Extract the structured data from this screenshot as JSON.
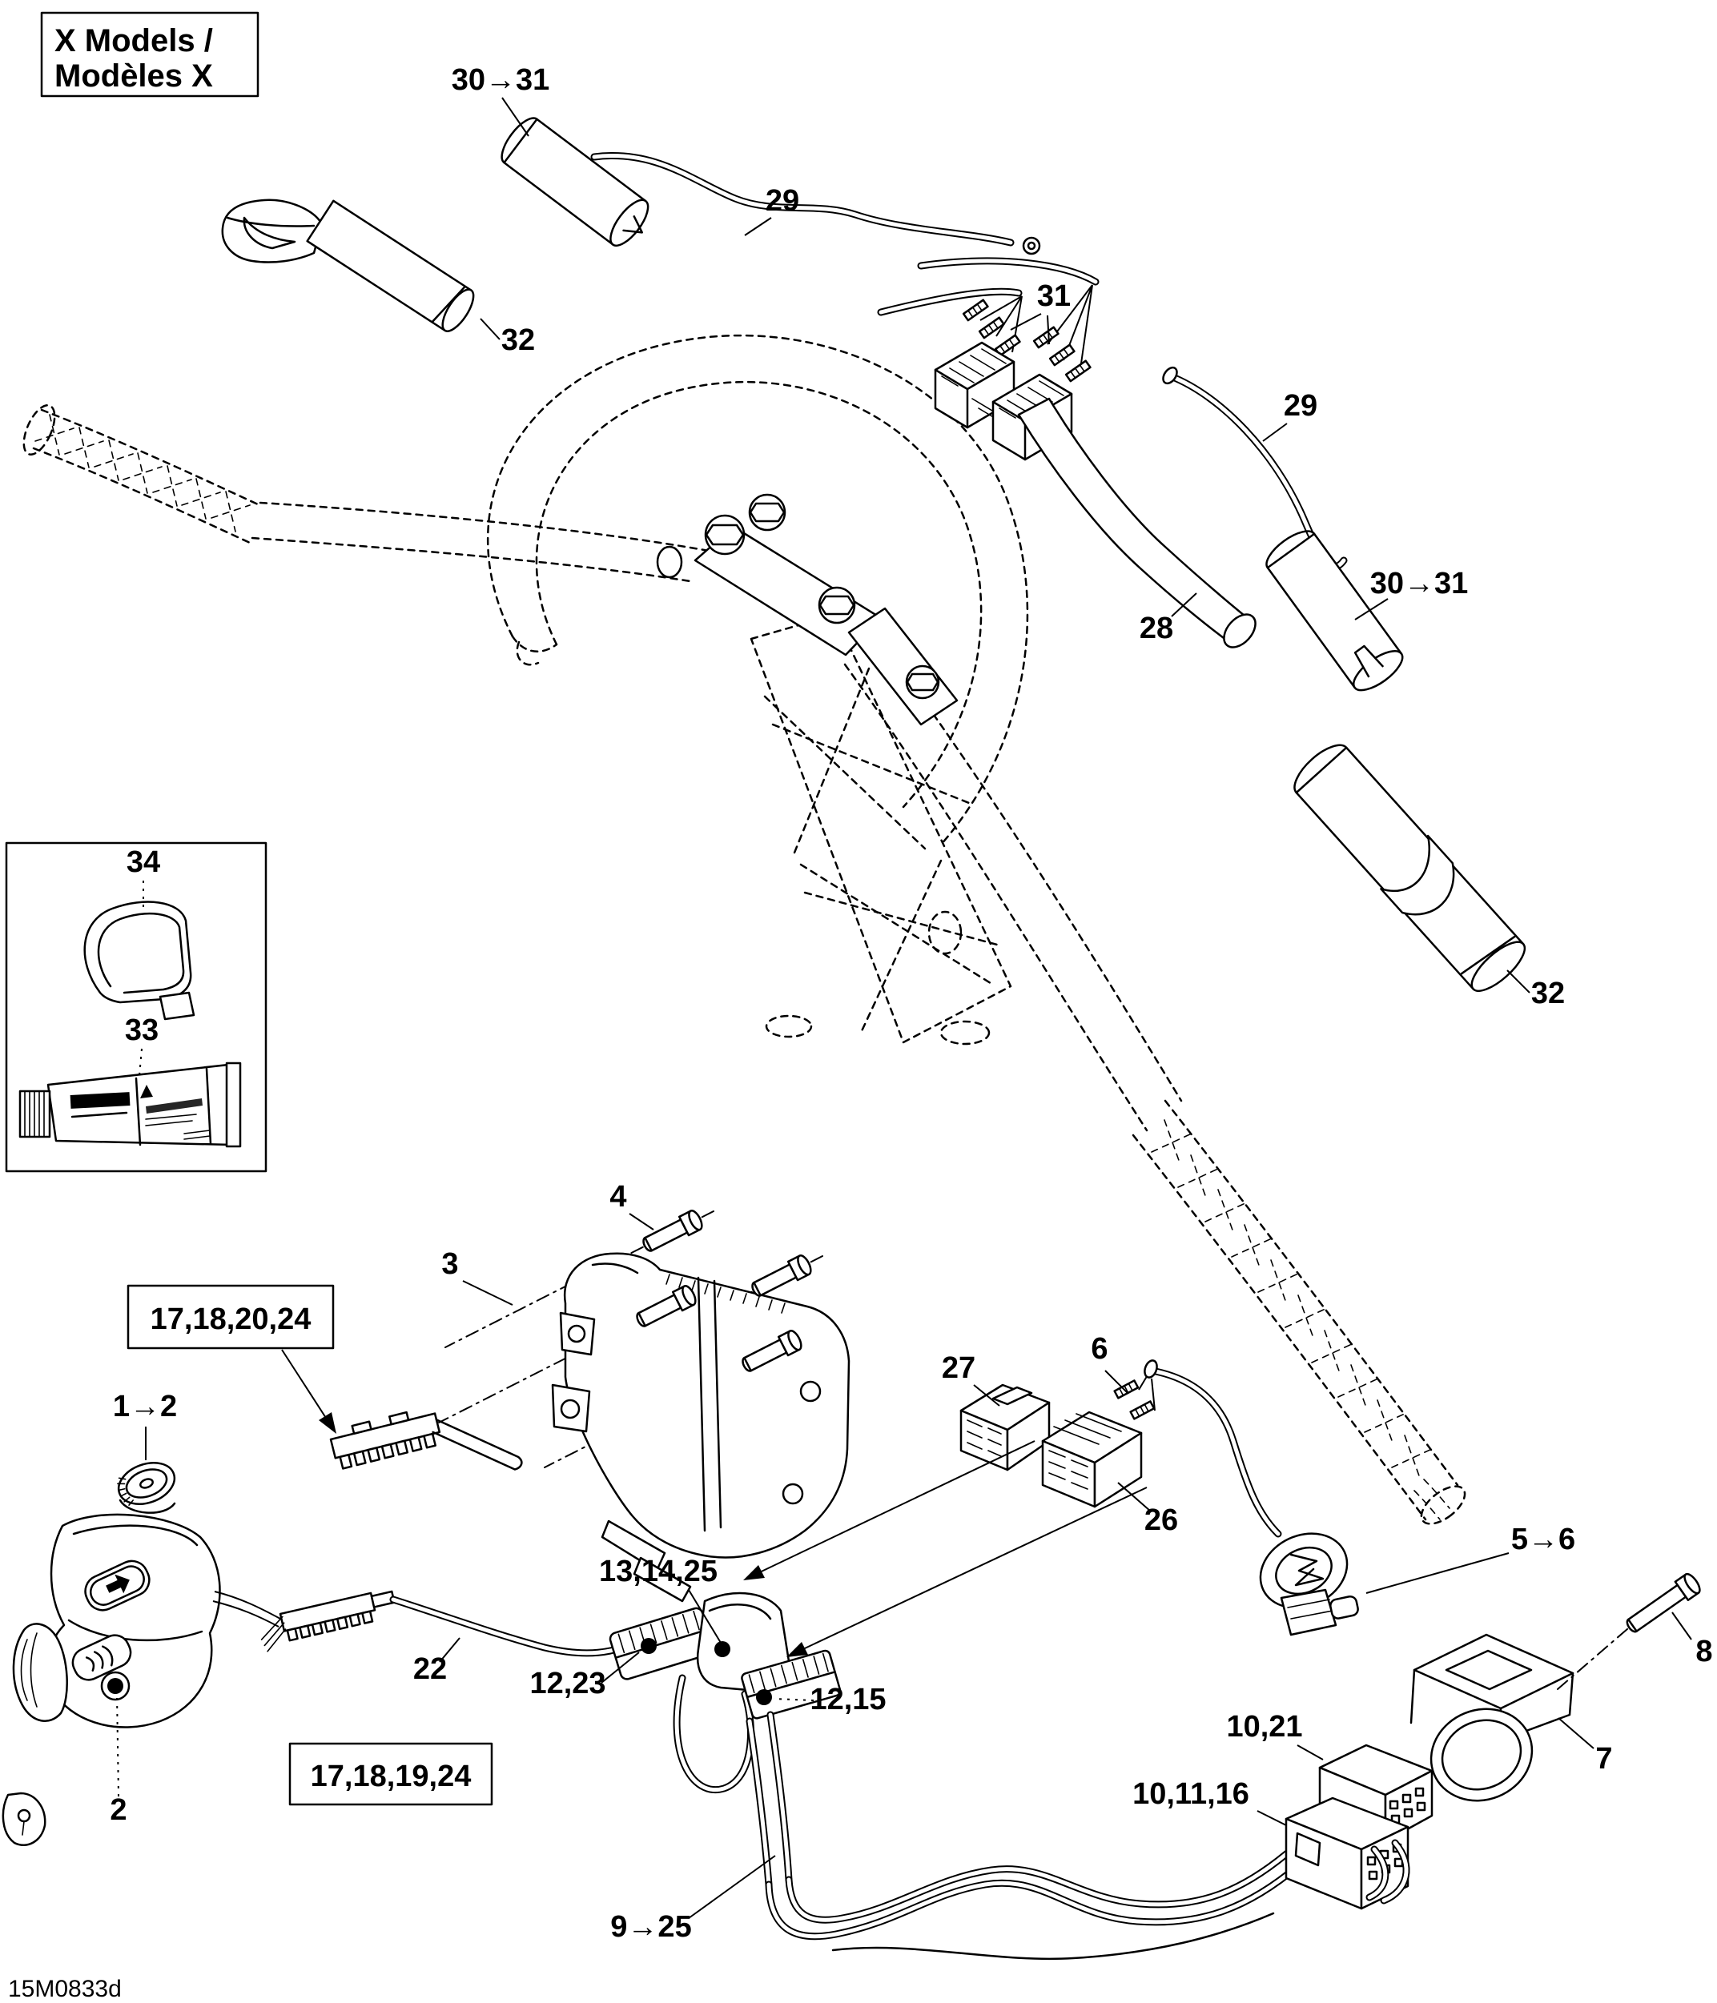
{
  "diagram": {
    "type": "exploded-parts-diagram",
    "title": {
      "line1": "X Models /",
      "line2": "Modèles X"
    },
    "figure_code": "15M0833d",
    "colors": {
      "line": "#000000",
      "background": "#ffffff"
    },
    "callouts": {
      "c30_31_top": {
        "text": "30→31"
      },
      "c29_top": {
        "text": "29"
      },
      "c31": {
        "text": "31"
      },
      "c29_right": {
        "text": "29"
      },
      "c28": {
        "text": "28"
      },
      "c30_31_right": {
        "text": "30→31"
      },
      "c32_left": {
        "text": "32"
      },
      "c32_right": {
        "text": "32"
      },
      "c34": {
        "text": "34"
      },
      "c33": {
        "text": "33"
      },
      "c4": {
        "text": "4"
      },
      "c3": {
        "text": "3"
      },
      "box_17_18_20_24": {
        "text": "17,18,20,24"
      },
      "c1_2": {
        "text": "1→2"
      },
      "c27": {
        "text": "27"
      },
      "c6": {
        "text": "6"
      },
      "c26": {
        "text": "26"
      },
      "c5_6": {
        "text": "5→6"
      },
      "c8": {
        "text": "8"
      },
      "c13_14_25": {
        "text": "13,14,25"
      },
      "c22": {
        "text": "22"
      },
      "c12_23": {
        "text": "12,23"
      },
      "c12_15": {
        "text": "12,15"
      },
      "c7": {
        "text": "7"
      },
      "c10_21": {
        "text": "10,21"
      },
      "c10_11_16": {
        "text": "10,11,16"
      },
      "c2": {
        "text": "2"
      },
      "box_17_18_19_24": {
        "text": "17,18,19,24"
      },
      "c9_25": {
        "text": "9→25"
      }
    }
  }
}
